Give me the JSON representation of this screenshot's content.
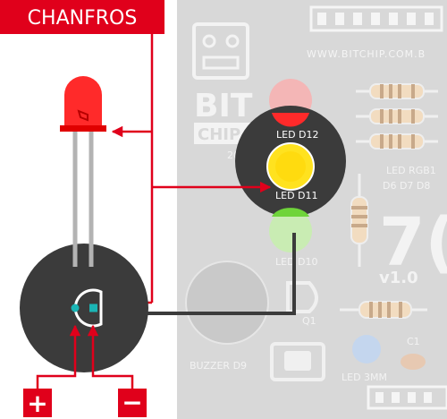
{
  "title": "CHANFROS",
  "board": {
    "url": "WWW.BITCHIP.COM.B",
    "logo_top": "BIT",
    "logo_bottom": "CHIP",
    "year": "2021",
    "version": "v1.0",
    "big_mark": "7(",
    "labels": {
      "led_d12": "LED D12",
      "led_d11": "LED D11",
      "led_d10": "LED D10",
      "led_rgb": "LED RGB1",
      "rgb_pins": "D6 D7 D8",
      "q1": "Q1",
      "buzzer": "BUZZER D9",
      "led_3mm": "LED 3MM",
      "c1": "C1"
    }
  },
  "polarity": {
    "plus": "+",
    "minus": "−"
  },
  "colors": {
    "accent": "#e0001b",
    "board": "#d9d9d9",
    "circle": "#3b3b3b",
    "led_red": "#ff2a2a",
    "led_yellow": "#ffe21f",
    "led_green": "#7ddc43",
    "pad": "#1bb5b5"
  }
}
